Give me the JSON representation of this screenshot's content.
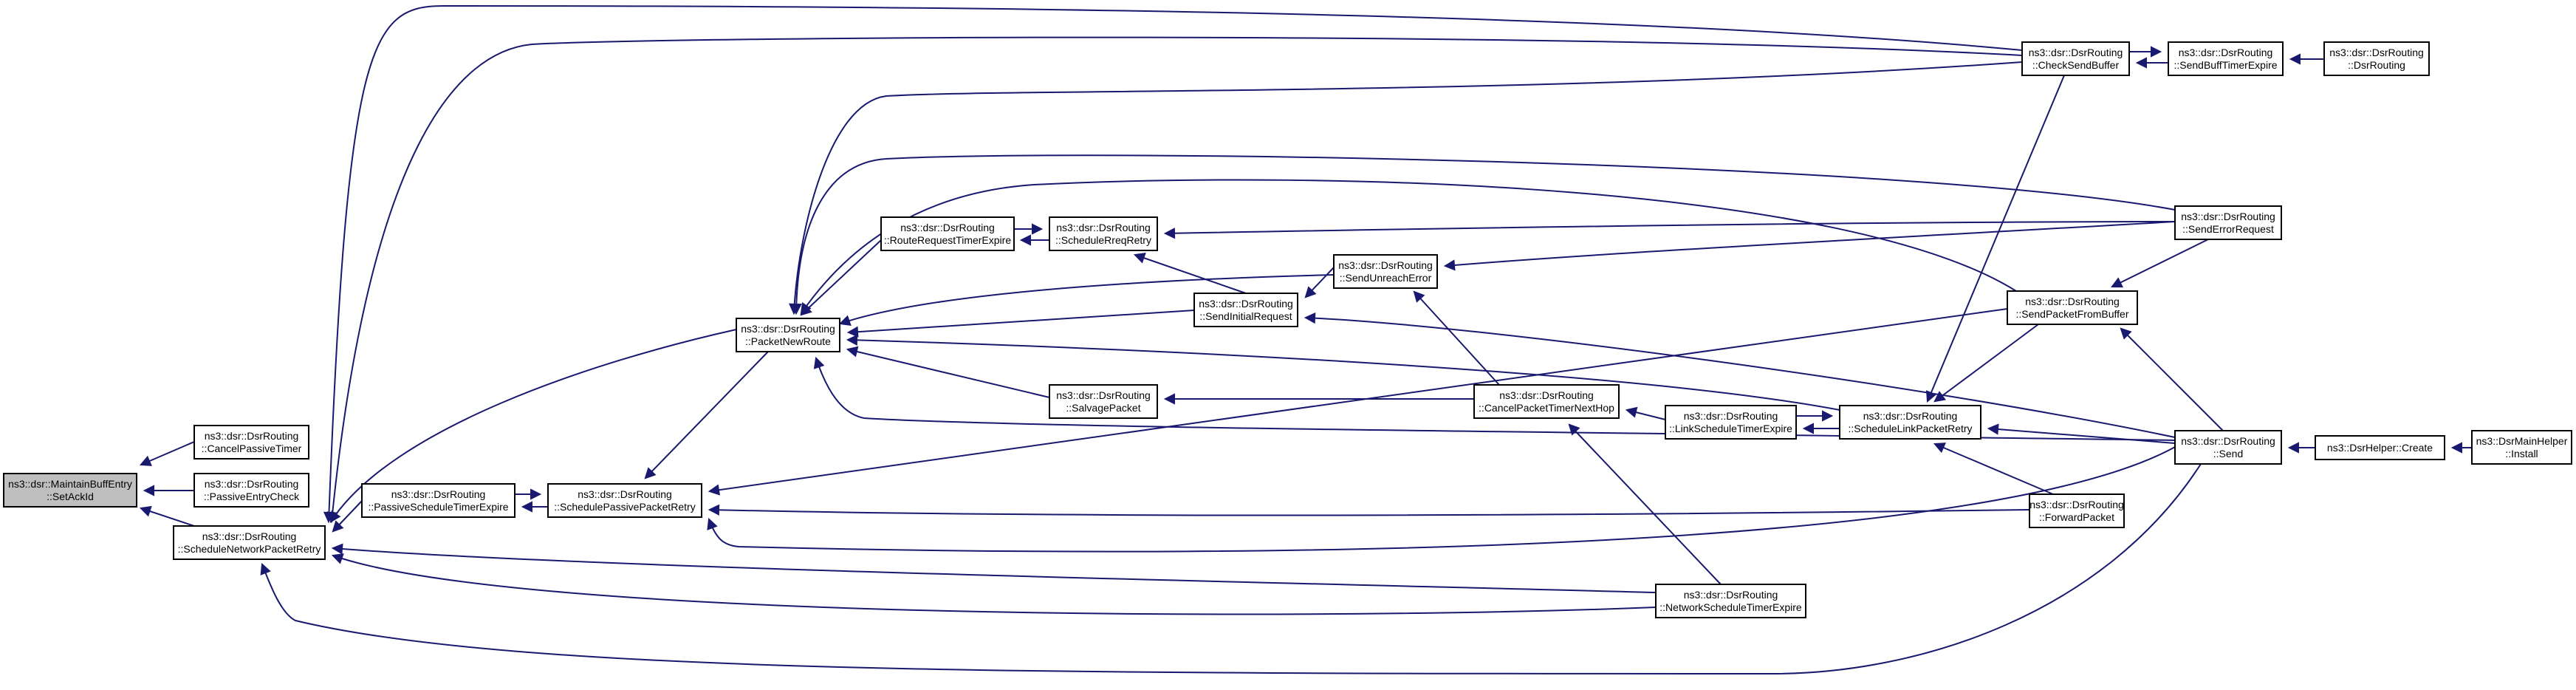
{
  "diagram": {
    "type": "doxygen-caller-graph",
    "colors": {
      "edge": "#191970",
      "root_fill": "#bfbfbf",
      "node_fill": "#ffffff",
      "border": "#000000"
    },
    "nodes": [
      {
        "id": "root",
        "lines": [
          "ns3::dsr::MaintainBuffEntry",
          "::SetAckId"
        ],
        "highlight": true
      },
      {
        "id": "cancelPassiveTimer",
        "lines": [
          "ns3::dsr::DsrRouting",
          "::CancelPassiveTimer"
        ]
      },
      {
        "id": "passiveEntryCheck",
        "lines": [
          "ns3::dsr::DsrRouting",
          "::PassiveEntryCheck"
        ]
      },
      {
        "id": "scheduleNetworkPacketRetry",
        "lines": [
          "ns3::dsr::DsrRouting",
          "::ScheduleNetworkPacketRetry"
        ]
      },
      {
        "id": "passiveScheduleTimerExpire",
        "lines": [
          "ns3::dsr::DsrRouting",
          "::PassiveScheduleTimerExpire"
        ]
      },
      {
        "id": "schedulePassivePacketRetry",
        "lines": [
          "ns3::dsr::DsrRouting",
          "::SchedulePassivePacketRetry"
        ]
      },
      {
        "id": "packetNewRoute",
        "lines": [
          "ns3::dsr::DsrRouting",
          "::PacketNewRoute"
        ]
      },
      {
        "id": "routeRequestTimerExpire",
        "lines": [
          "ns3::dsr::DsrRouting",
          "::RouteRequestTimerExpire"
        ]
      },
      {
        "id": "scheduleRreqRetry",
        "lines": [
          "ns3::dsr::DsrRouting",
          "::ScheduleRreqRetry"
        ]
      },
      {
        "id": "salvagePacket",
        "lines": [
          "ns3::dsr::DsrRouting",
          "::SalvagePacket"
        ]
      },
      {
        "id": "sendInitialRequest",
        "lines": [
          "ns3::dsr::DsrRouting",
          "::SendInitialRequest"
        ]
      },
      {
        "id": "sendUnreachError",
        "lines": [
          "ns3::dsr::DsrRouting",
          "::SendUnreachError"
        ]
      },
      {
        "id": "cancelPacketTimerNextHop",
        "lines": [
          "ns3::dsr::DsrRouting",
          "::CancelPacketTimerNextHop"
        ]
      },
      {
        "id": "networkScheduleTimerExpire",
        "lines": [
          "ns3::dsr::DsrRouting",
          "::NetworkScheduleTimerExpire"
        ]
      },
      {
        "id": "linkScheduleTimerExpire",
        "lines": [
          "ns3::dsr::DsrRouting",
          "::LinkScheduleTimerExpire"
        ]
      },
      {
        "id": "scheduleLinkPacketRetry",
        "lines": [
          "ns3::dsr::DsrRouting",
          "::ScheduleLinkPacketRetry"
        ]
      },
      {
        "id": "checkSendBuffer",
        "lines": [
          "ns3::dsr::DsrRouting",
          "::CheckSendBuffer"
        ]
      },
      {
        "id": "sendBuffTimerExpire",
        "lines": [
          "ns3::dsr::DsrRouting",
          "::SendBuffTimerExpire"
        ]
      },
      {
        "id": "dsrRouting",
        "lines": [
          "ns3::dsr::DsrRouting",
          "::DsrRouting"
        ]
      },
      {
        "id": "sendErrorRequest",
        "lines": [
          "ns3::dsr::DsrRouting",
          "::SendErrorRequest"
        ]
      },
      {
        "id": "sendPacketFromBuffer",
        "lines": [
          "ns3::dsr::DsrRouting",
          "::SendPacketFromBuffer"
        ]
      },
      {
        "id": "forwardPacket",
        "lines": [
          "ns3::dsr::DsrRouting",
          "::ForwardPacket"
        ]
      },
      {
        "id": "send",
        "lines": [
          "ns3::dsr::DsrRouting",
          "::Send"
        ]
      },
      {
        "id": "dsrHelperCreate",
        "lines": [
          "ns3::DsrHelper::Create"
        ]
      },
      {
        "id": "dsrMainHelperInstall",
        "lines": [
          "ns3::DsrMainHelper",
          "::Install"
        ]
      }
    ]
  }
}
